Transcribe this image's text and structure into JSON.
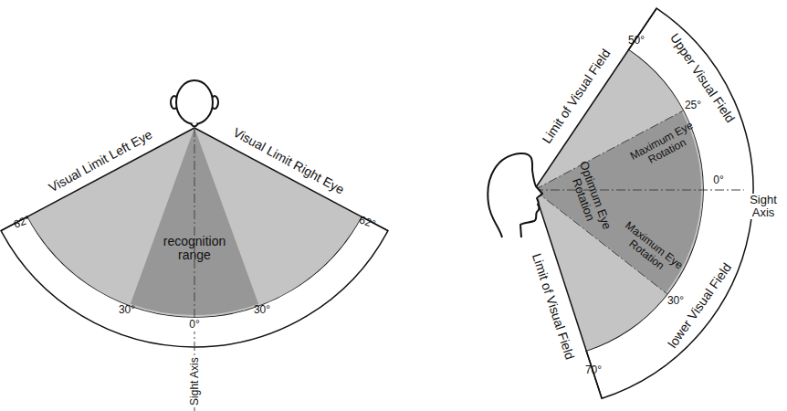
{
  "diagram": {
    "labels": [
      "Visual Limit Left Eye",
      "Visual Limit Right Eye",
      "62°",
      "62°",
      "recognition range",
      "30°",
      "0°",
      "30°",
      "Sight Axis",
      "Limit of Visual Field",
      "50°",
      "Upper Visual Field",
      "25°",
      "Maximum Eye Rotation",
      "0°",
      "Sight Axis",
      "Optimum Eye Rotation",
      "Maximum Eye Rotation",
      "30°",
      "lower Visual Field",
      "Limit of Visual Field",
      "70°"
    ]
  }
}
